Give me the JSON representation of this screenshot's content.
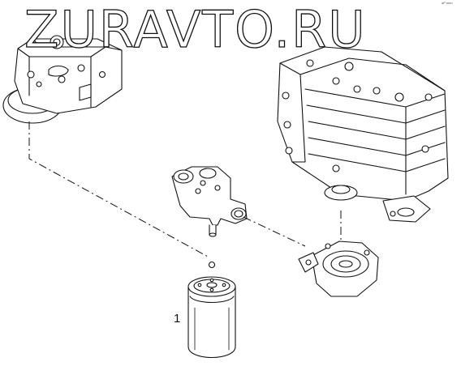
{
  "watermark": {
    "text": "ZURAVTO.RU"
  },
  "diagram": {
    "callouts": [
      {
        "label": "1"
      }
    ],
    "corner_code": "af³ meo"
  }
}
